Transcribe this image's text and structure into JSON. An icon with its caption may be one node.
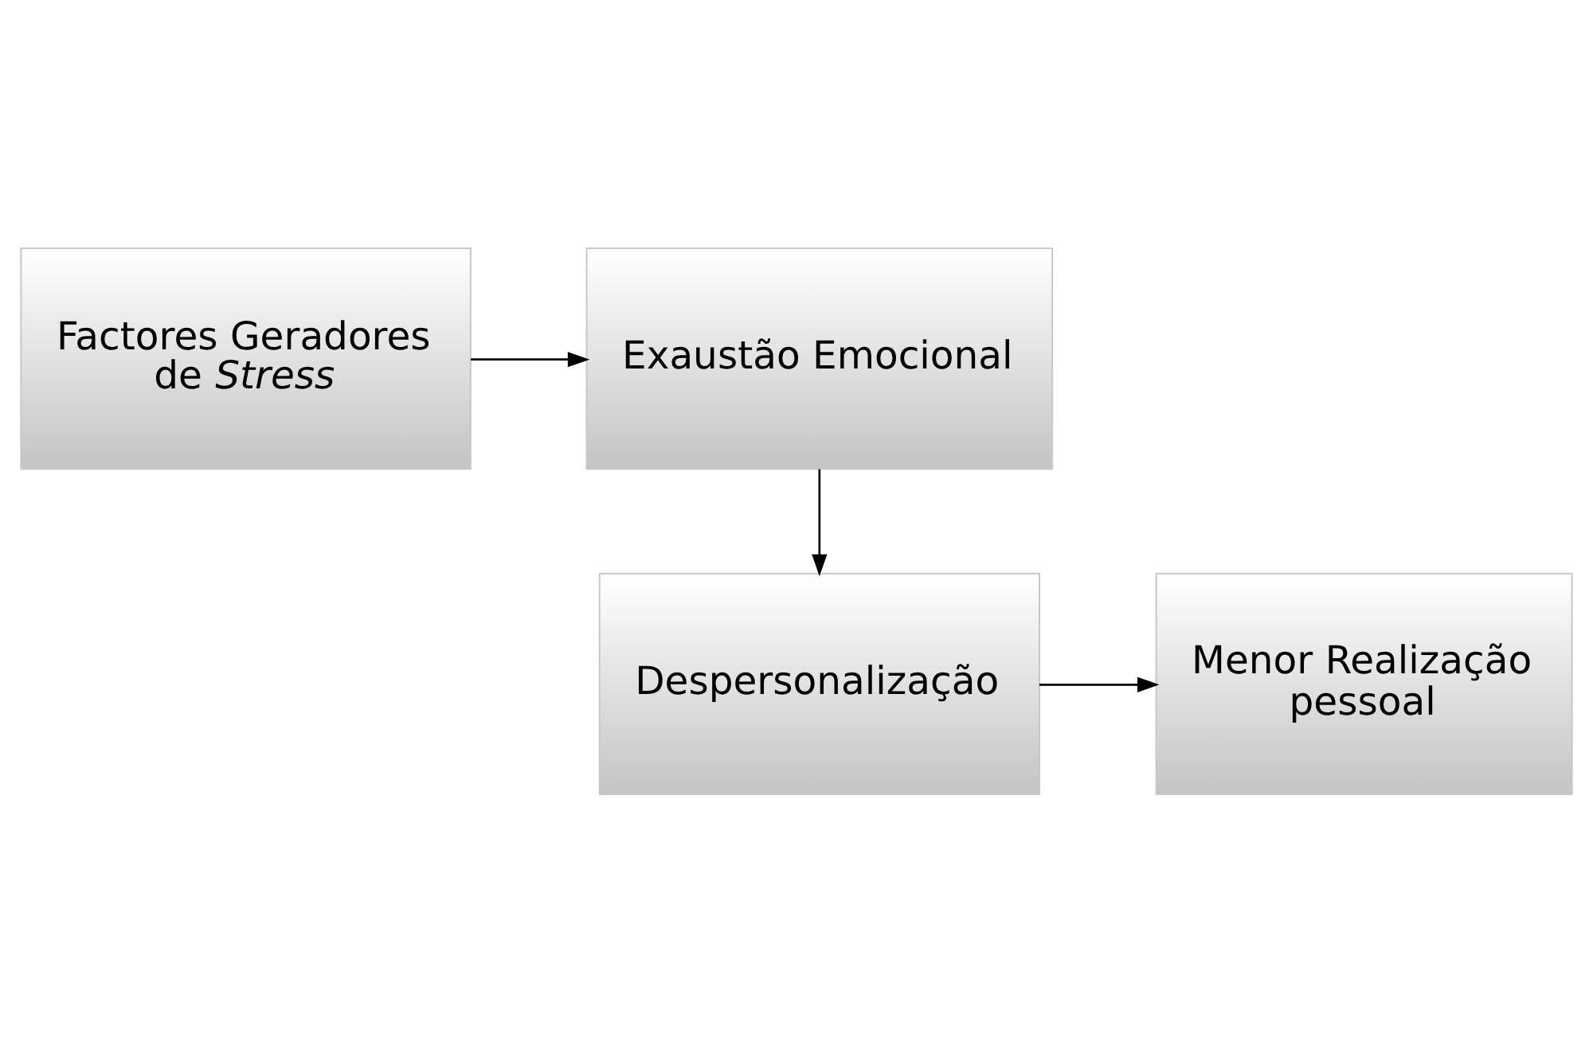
{
  "diagram": {
    "nodes": [
      {
        "text": [
          "Factores Geradores de *Stress*"
        ]
      },
      {
        "text": [
          "Exaustão Emocional"
        ]
      },
      {
        "text": [
          "Despersonalização"
        ]
      },
      {
        "text": [
          "Menor Realização pessoal"
        ]
      }
    ],
    "edges": [
      {
        "from": 0,
        "to": 1,
        "arrow": "to"
      },
      {
        "from": 1,
        "to": 2,
        "arrow": "to"
      },
      {
        "from": 2,
        "to": 3,
        "arrow": "to"
      }
    ]
  }
}
